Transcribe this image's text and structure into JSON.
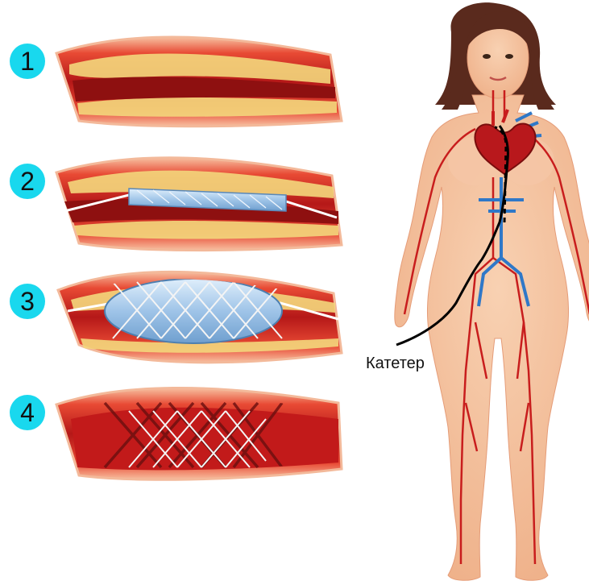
{
  "steps": [
    {
      "number": "1",
      "stage": "narrowed-artery-plaque"
    },
    {
      "number": "2",
      "stage": "catheter-with-collapsed-stent"
    },
    {
      "number": "3",
      "stage": "balloon-expands-stent"
    },
    {
      "number": "4",
      "stage": "stent-in-place"
    }
  ],
  "catheter_label": "Катетер",
  "colors": {
    "badge": "#19d8ee",
    "artery_dark": "#8e1010",
    "artery_red": "#d6261d",
    "artery_wall": "#f2a47f",
    "plaque": "#f3d77c",
    "stent_wire": "#f4f4f4",
    "balloon": "#9fc4e8",
    "skin": "#f3c19c",
    "hair": "#5a2a1d",
    "artery_line": "#c81d1d",
    "vein_line": "#2f78c8",
    "catheter": "#000000"
  },
  "icons": [
    "artery-icon",
    "stent-icon",
    "balloon-icon",
    "human-body-icon",
    "heart-icon"
  ]
}
